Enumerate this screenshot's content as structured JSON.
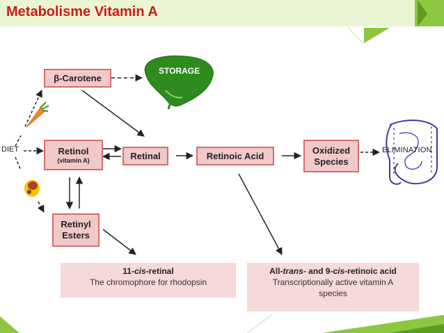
{
  "slide": {
    "title": "Metabolisme Vitamin A",
    "accent_color": "#8dc63f",
    "title_color": "#cc1a1a"
  },
  "diagram": {
    "nodes": {
      "beta_carotene": "β-Carotene",
      "retinol": "Retinol",
      "retinol_sub": "(vitamin A)",
      "retinal": "Retinal",
      "retinoic_acid": "Retinoic Acid",
      "oxidized_line1": "Oxidized",
      "oxidized_line2": "Species",
      "retinyl_line1": "Retinyl",
      "retinyl_line2": "Esters"
    },
    "labels": {
      "diet": "DIET",
      "storage": "STORAGE",
      "elimination": "ELIMINATION"
    },
    "icons": [
      "liver-icon",
      "carrot-icon",
      "meat-icon",
      "intestine-icon"
    ],
    "notes": {
      "cis_retinal_title_pre": "11-",
      "cis_retinal_title_em": "cis",
      "cis_retinal_title_post": "-retinal",
      "cis_retinal_desc": "The chromophore for rhodopsin",
      "retinoic_title_pre": "All-",
      "retinoic_title_em1": "trans",
      "retinoic_title_mid": "- and 9-",
      "retinoic_title_em2": "cis",
      "retinoic_title_post": "-retinoic acid",
      "retinoic_desc_line1": "Transcriptionally active vitamin A",
      "retinoic_desc_line2": "species"
    }
  }
}
